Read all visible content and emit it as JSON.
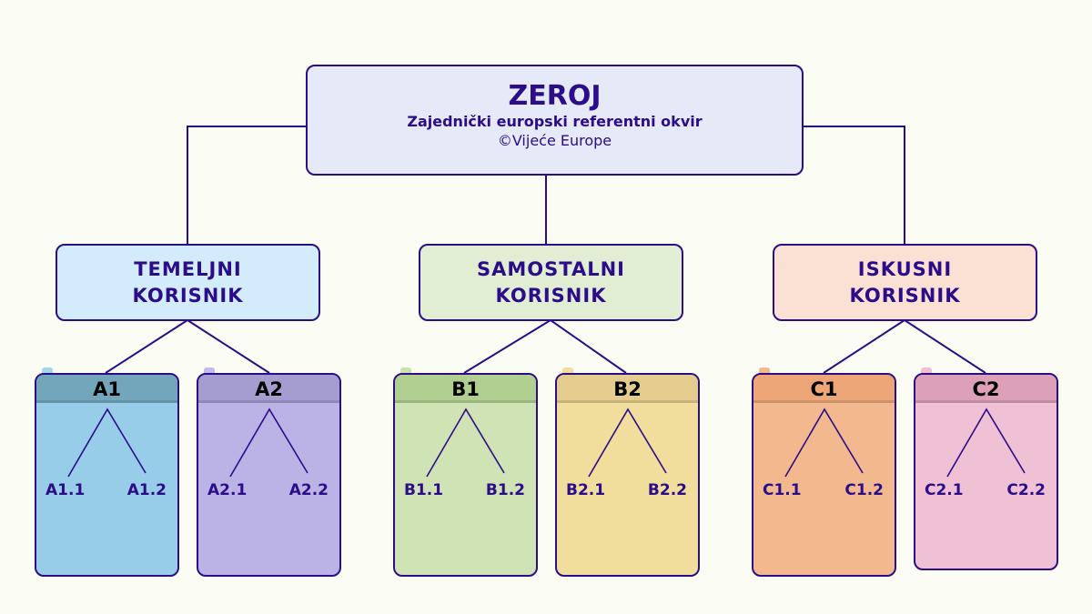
{
  "root": {
    "title": "ZEROJ",
    "subtitle": "Zajednički europski referentni okvir",
    "copyright": "©Vijeće Europe"
  },
  "groups": [
    {
      "label": "TEMELJNI KORISNIK",
      "line1": "TEMELJNI",
      "line2": "KORISNIK",
      "color": "#d3ecfb"
    },
    {
      "label": "SAMOSTALNI KORISNIK",
      "line1": "SAMOSTALNI",
      "line2": "KORISNIK",
      "color": "#e2eed4"
    },
    {
      "label": "ISKUSNI KORISNIK",
      "line1": "ISKUSNI",
      "line2": "KORISNIK",
      "color": "#fbe1d3"
    }
  ],
  "levels": [
    {
      "name": "A1",
      "subs": [
        "A1.1",
        "A1.2"
      ],
      "body": "#98cde9",
      "header": "#74a6bb",
      "tab": "#a6d5ee"
    },
    {
      "name": "A2",
      "subs": [
        "A2.1",
        "A2.2"
      ],
      "body": "#bbb3e6",
      "header": "#a59dcf",
      "tab": "#c3bbee"
    },
    {
      "name": "B1",
      "subs": [
        "B1.1",
        "B1.2"
      ],
      "body": "#cfe3b5",
      "header": "#b0cf90",
      "tab": "#c9e3b0"
    },
    {
      "name": "B2",
      "subs": [
        "B2.1",
        "B2.2"
      ],
      "body": "#f1dd9c",
      "header": "#e3cc8d",
      "tab": "#f1dd9c"
    },
    {
      "name": "C1",
      "subs": [
        "C1.1",
        "C1.2"
      ],
      "body": "#f2b98e",
      "header": "#eca677",
      "tab": "#f2b98e"
    },
    {
      "name": "C2",
      "subs": [
        "C2.1",
        "C2.2"
      ],
      "body": "#f0c0d4",
      "header": "#dca0b8",
      "tab": "#f0c0d4"
    }
  ]
}
